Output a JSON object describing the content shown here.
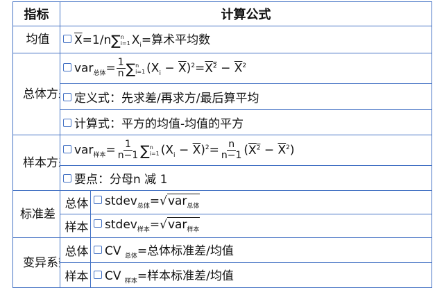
{
  "header": {
    "col1": "指标",
    "col2": "计算公式"
  },
  "rows": {
    "mean": {
      "label": "均值",
      "formula_lhs": "X",
      "formula_eq": "=1/n",
      "sum_top": "n",
      "sum_bottom": "i=1",
      "formula_term": "X",
      "formula_sub": "i",
      "formula_rest": "=算术平均数"
    },
    "pop_var": {
      "label": "总体方差",
      "formula": {
        "var": "var",
        "var_sub": "总体",
        "frac_num": "1",
        "frac_den": "n",
        "sum_top": "n",
        "sum_bottom": "i=1",
        "term": "(X",
        "term_sub": "i",
        "term_mid": " − ",
        "term_bar": "X",
        "term_close": ")",
        "sq": "2",
        "eq2": "=",
        "x2bar": "X",
        "x2sup": "2",
        "minus": " − ",
        "xbar2": "X",
        "xbar2sup": "2"
      },
      "definition": "定义式：先求差/再求方/最后算平均",
      "computation": "计算式：平方的均值-均值的平方"
    },
    "sample_var": {
      "label": "样本方差",
      "formula": {
        "var": "var",
        "var_sub": "样本",
        "frac_num": "1",
        "frac_den": "n−1",
        "sum_top": "n",
        "sum_bottom": "i=1",
        "term": "(X",
        "term_sub": "i",
        "term_mid": " − ",
        "term_bar": "X",
        "term_close": ")",
        "sq": "2",
        "eq2": "=",
        "frac2_num": "n",
        "frac2_den": "n−1",
        "open": "(",
        "x2bar": "X",
        "x2sup": "2",
        "minus": " − ",
        "xbar2": "X",
        "xbar2sup": "2",
        "close": ")"
      },
      "note": "要点：分母n 减 1"
    },
    "std": {
      "label": "标准差",
      "pop_label": "总体",
      "pop_formula": {
        "name": "stdev",
        "sub": "总体",
        "eq": "=",
        "rad": "var",
        "rad_sub": "总体"
      },
      "sample_label": "样本",
      "sample_formula": {
        "name": "stdev",
        "sub": "样本",
        "eq": "=",
        "rad": "var",
        "rad_sub": "样本"
      }
    },
    "cv": {
      "label": "变异系数",
      "pop_label": "总体",
      "pop_formula": {
        "name": "CV ",
        "sub": "总体",
        "rest": "=总体标准差/均值"
      },
      "sample_label": "样本",
      "sample_formula": {
        "name": "CV ",
        "sub": "样本",
        "rest": "=样本标准差/均值"
      }
    }
  },
  "colors": {
    "border": "#4472c4",
    "text": "#111111"
  }
}
